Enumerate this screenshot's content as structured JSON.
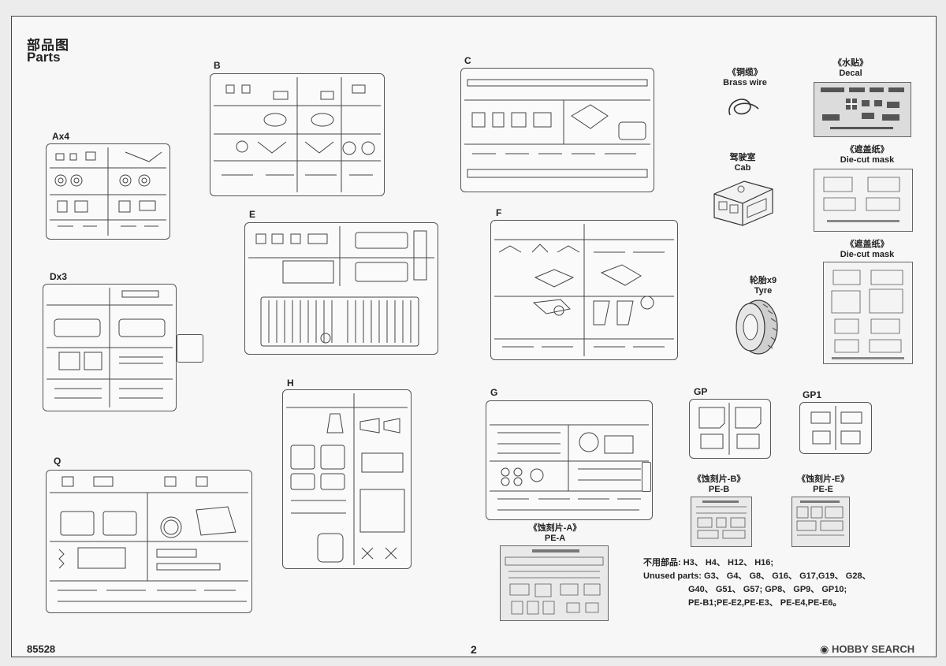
{
  "header": {
    "title_cn": "部品图",
    "title_en": "Parts"
  },
  "sprues": [
    {
      "id": "ax4",
      "label": "Ax4"
    },
    {
      "id": "b",
      "label": "B"
    },
    {
      "id": "c",
      "label": "C"
    },
    {
      "id": "dx3",
      "label": "Dx3"
    },
    {
      "id": "e",
      "label": "E"
    },
    {
      "id": "f",
      "label": "F"
    },
    {
      "id": "q",
      "label": "Q"
    },
    {
      "id": "h",
      "label": "H"
    },
    {
      "id": "g",
      "label": "G"
    },
    {
      "id": "gp",
      "label": "GP"
    },
    {
      "id": "gp1",
      "label": "GP1"
    }
  ],
  "accessories": {
    "brass_wire": {
      "cn": "《铜缆》",
      "en": "Brass wire"
    },
    "decal": {
      "cn": "《水贴》",
      "en": "Decal"
    },
    "cab": {
      "cn": "驾驶室",
      "en": "Cab"
    },
    "mask1": {
      "cn": "《遮盖纸》",
      "en": "Die-cut mask"
    },
    "mask2": {
      "cn": "《遮盖纸》",
      "en": "Die-cut mask"
    },
    "tyre": {
      "cn": "轮胎x9",
      "en": "Tyre"
    },
    "pe_a": {
      "cn": "《蚀刻片-A》",
      "en": "PE-A"
    },
    "pe_b": {
      "cn": "《蚀刻片-B》",
      "en": "PE-B"
    },
    "pe_e": {
      "cn": "《蚀刻片-E》",
      "en": "PE-E"
    }
  },
  "unused_parts": {
    "label_cn": "不用部品:",
    "label_en": "Unused parts:",
    "line1": "H3、 H4、 H12、 H16;",
    "line2": "G3、 G4、 G8、 G16、 G17,G19、 G28、",
    "line3": "G40、 G51、 G57; GP8、 GP9、 GP10;",
    "line4": "PE-B1;PE-E2,PE-E3、 PE-E4,PE-E6。"
  },
  "footer": {
    "product_code": "85528",
    "page_number": "2",
    "watermark": "HOBBY SEARCH"
  }
}
